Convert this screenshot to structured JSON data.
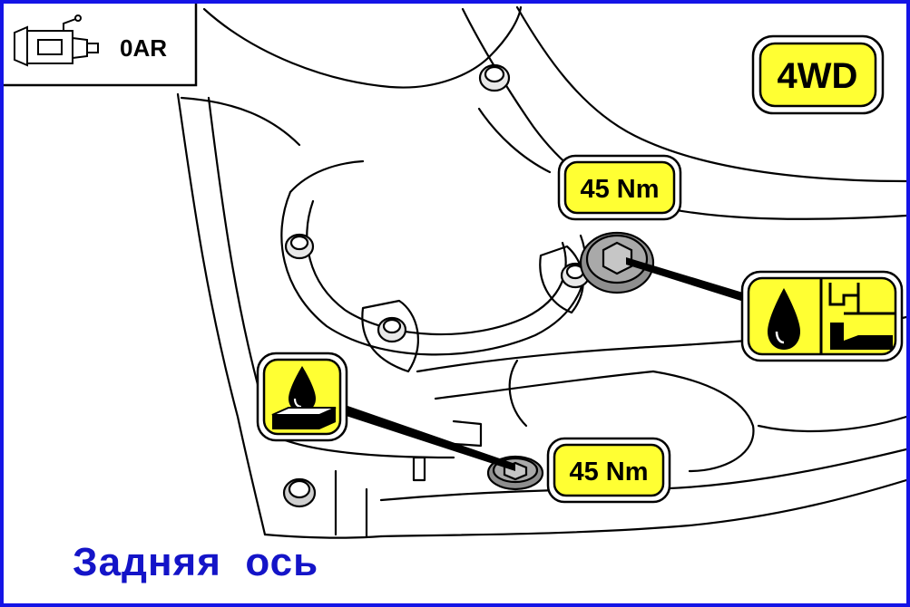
{
  "caption": "Задняя  ось",
  "gearbox_code": {
    "label": "0AR",
    "icon": "gearbox-icon"
  },
  "drive_badge": "4WD",
  "torque_labels": {
    "filler_plug": "45 Nm",
    "drain_plug": "45 Nm"
  },
  "symbols": {
    "fill_level": "oil-fill-level-icon",
    "drain": "oil-drain-icon"
  },
  "colors": {
    "border": "#1414e6",
    "caption": "#1414c8",
    "label_fill": "#ffff33",
    "outline": "#000000"
  }
}
